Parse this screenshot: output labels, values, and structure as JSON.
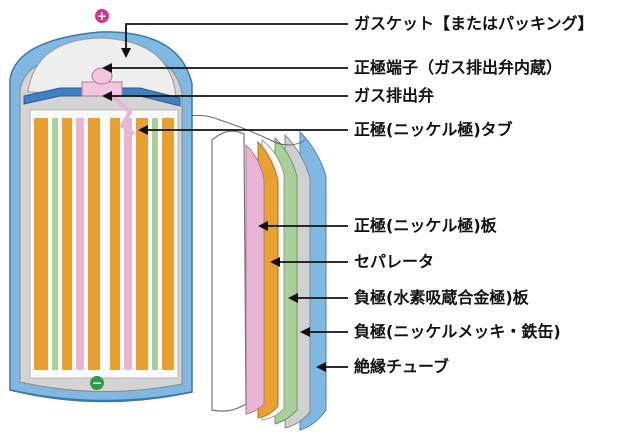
{
  "terminals": {
    "positive": "+",
    "negative": "−"
  },
  "labels": [
    {
      "key": "gasket",
      "text": "ガスケット【またはパッキング】"
    },
    {
      "key": "pos_terminal",
      "text": "正極端子（ガス排出弁内蔵）"
    },
    {
      "key": "gas_valve",
      "text": "ガス排出弁"
    },
    {
      "key": "pos_tab",
      "text": "正極(ニッケル極)タブ"
    },
    {
      "key": "pos_plate",
      "text": "正極(ニッケル極)板"
    },
    {
      "key": "separator",
      "text": "セパレータ"
    },
    {
      "key": "neg_plate",
      "text": "負極(水素吸蔵合金極)板"
    },
    {
      "key": "neg_can",
      "text": "負極(ニッケルメッキ・鉄缶)"
    },
    {
      "key": "insulating_tube",
      "text": "絶縁チューブ"
    }
  ],
  "colors": {
    "tube_blue": "#7fb8e0",
    "can_gray": "#c8c8c8",
    "neg_green": "#a9cf9a",
    "pos_orange": "#e8a030",
    "separator_white": "#ffffff",
    "pos_pink": "#e8b5d5",
    "positive_sign": "#d6338c",
    "negative_sign": "#2e9b48"
  }
}
